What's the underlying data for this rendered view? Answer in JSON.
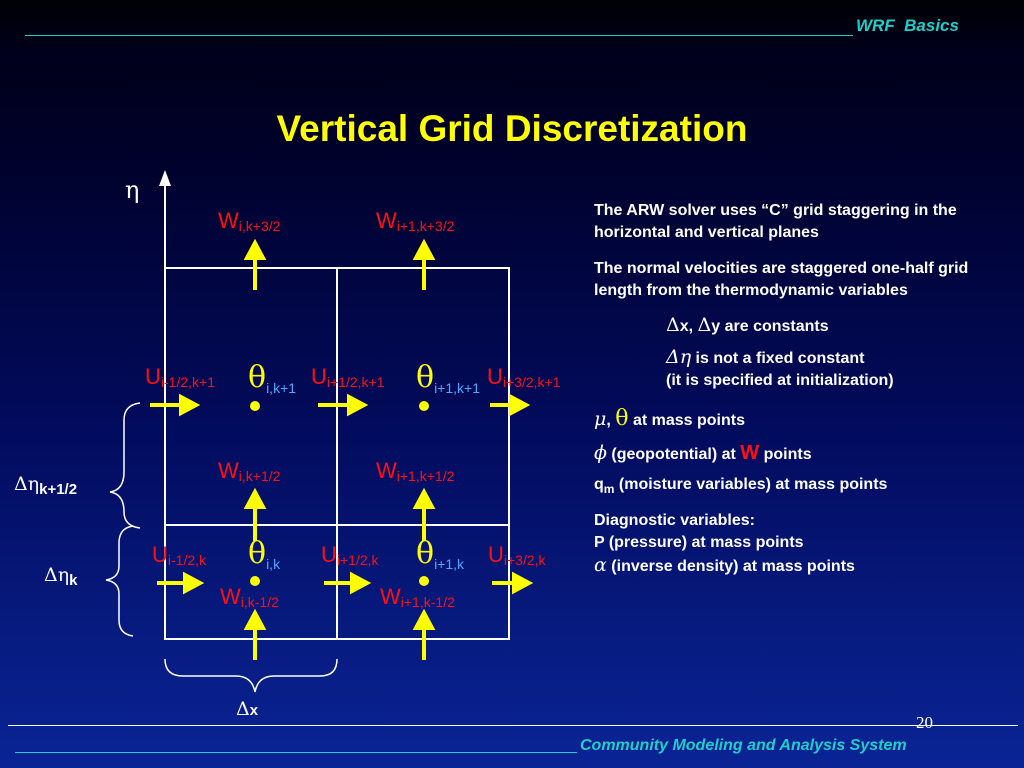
{
  "header": {
    "brand": "WRF  Basics"
  },
  "title": "Vertical Grid Discretization",
  "diagram": {
    "eta_axis": "η",
    "w_top_left": {
      "sym": "W",
      "sub": "i,k+3/2"
    },
    "w_top_right": {
      "sym": "W",
      "sub": "i+1,k+3/2"
    },
    "u_upper_left": {
      "sym": "U",
      "sub": "i-1/2,k+1"
    },
    "u_upper_mid": {
      "sym": "U",
      "sub": "i+1/2,k+1"
    },
    "u_upper_right": {
      "sym": "U",
      "sub": "i+3/2,k+1"
    },
    "theta_upper_left": {
      "sym": "θ",
      "sub": "i,k+1"
    },
    "theta_upper_right": {
      "sym": "θ",
      "sub": "i+1,k+1"
    },
    "w_mid_left": {
      "sym": "W",
      "sub": "i,k+1/2"
    },
    "w_mid_right": {
      "sym": "W",
      "sub": "i+1,k+1/2"
    },
    "u_lower_left": {
      "sym": "U",
      "sub": "i-1/2,k"
    },
    "u_lower_mid": {
      "sym": "U",
      "sub": "i+1/2,k"
    },
    "u_lower_right": {
      "sym": "U",
      "sub": "i+3/2,k"
    },
    "theta_lower_left": {
      "sym": "θ",
      "sub": "i,k"
    },
    "theta_lower_right": {
      "sym": "θ",
      "sub": "i+1,k"
    },
    "w_bot_left": {
      "sym": "W",
      "sub": "i,k-1/2"
    },
    "w_bot_right": {
      "sym": "W",
      "sub": "i+1,k-1/2"
    },
    "deta_upper": {
      "sym": "Δη",
      "sub": "k+1/2"
    },
    "deta_lower": {
      "sym": "Δη",
      "sub": "k"
    },
    "dx": {
      "sym": "Δ",
      "sub": "x"
    }
  },
  "notes": {
    "n1": "The ARW solver uses “C” grid staggering in the horizontal and vertical planes",
    "n2": "The normal velocities are staggered one-half grid length from the thermodynamic variables",
    "n3_d1": "Δ",
    "n3_x": "x, ",
    "n3_d2": "Δ",
    "n3_rest": "y are constants",
    "n4_sym": "Δη",
    "n4_rest": " is not a fixed constant",
    "n5": "(it is specified at initialization)",
    "n6_mu": "μ",
    "n6_comma": ", ",
    "n6_theta": "θ",
    "n6_rest": " at mass points",
    "n7_phi": "ϕ",
    "n7_mid": " (geopotential) at ",
    "n7_w": "W",
    "n7_rest": " points",
    "n8_q": "q",
    "n8_sub": "m",
    "n8_rest": " (moisture variables) at mass points",
    "n9": "Diagnostic variables:",
    "n10": "P (pressure) at mass points",
    "n11_alpha": "α",
    "n11_rest": " (inverse density) at mass points"
  },
  "footer": {
    "page_number": "20",
    "org": "Community Modeling and Analysis System"
  },
  "colors": {
    "accent": "#1ecfc7",
    "title": "#ffff00",
    "arrow": "#ffff00",
    "label_red": "#ff1010",
    "sub_blue": "#4fa8ff"
  }
}
